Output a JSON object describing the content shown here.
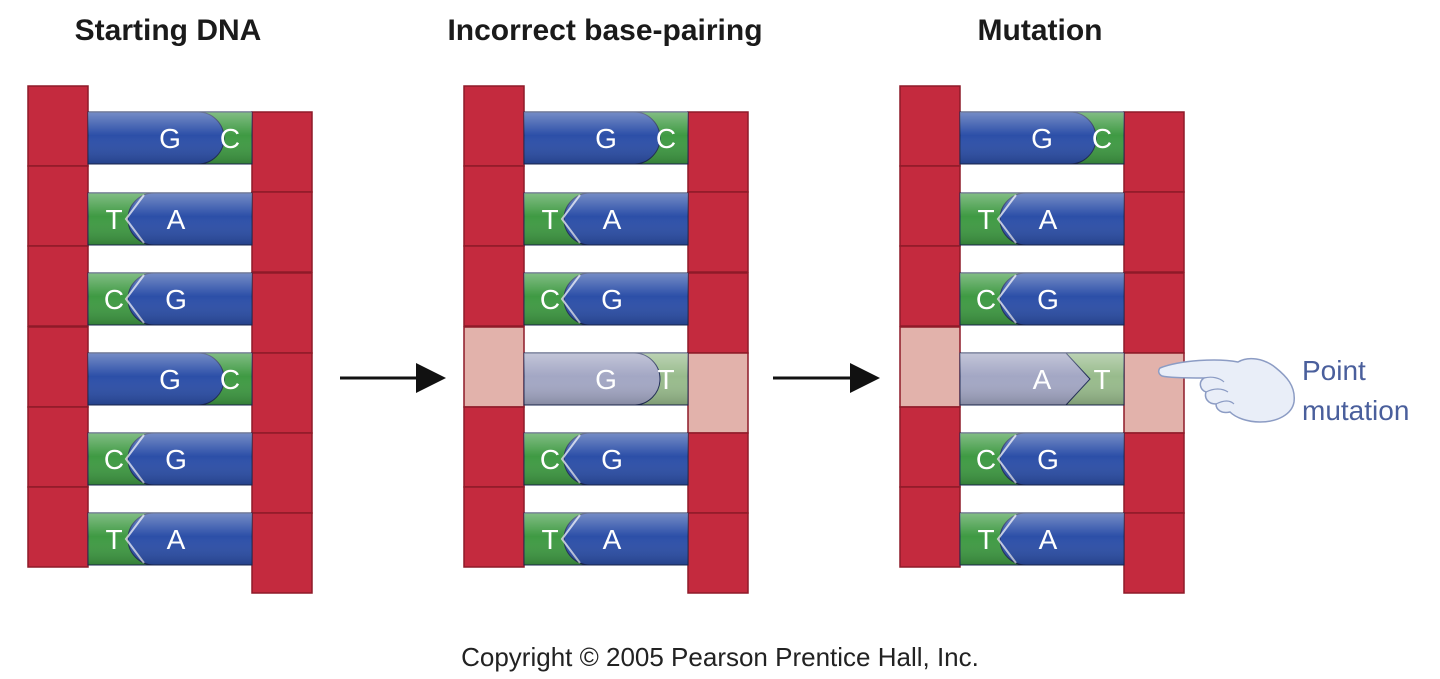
{
  "panels": [
    {
      "title": "Starting DNA",
      "rows": [
        {
          "left": "G",
          "right": "C"
        },
        {
          "left": "T",
          "right": "A"
        },
        {
          "left": "C",
          "right": "G"
        },
        {
          "left": "G",
          "right": "C"
        },
        {
          "left": "C",
          "right": "G"
        },
        {
          "left": "T",
          "right": "A"
        }
      ]
    },
    {
      "title": "Incorrect base-pairing",
      "rows": [
        {
          "left": "G",
          "right": "C"
        },
        {
          "left": "T",
          "right": "A"
        },
        {
          "left": "C",
          "right": "G"
        },
        {
          "left": "G",
          "right": "T"
        },
        {
          "left": "C",
          "right": "G"
        },
        {
          "left": "T",
          "right": "A"
        }
      ]
    },
    {
      "title": "Mutation",
      "rows": [
        {
          "left": "G",
          "right": "C"
        },
        {
          "left": "T",
          "right": "A"
        },
        {
          "left": "C",
          "right": "G"
        },
        {
          "left": "A",
          "right": "T"
        },
        {
          "left": "C",
          "right": "G"
        },
        {
          "left": "T",
          "right": "A"
        }
      ]
    }
  ],
  "annotation": {
    "line1": "Point",
    "line2": "mutation"
  },
  "copyright": "Copyright © 2005 Pearson Prentice Hall, Inc.",
  "colors": {
    "backbone": "#c42a3e",
    "backbone_dark": "#8e1a28",
    "backbone_faded": "#e2b2ab",
    "blue_base": "#2c4fa8",
    "green_base": "#3f9a43",
    "gray_base": "#a3a7c4",
    "pale_green_base": "#98bb8c",
    "hand": "#e9eef8"
  }
}
